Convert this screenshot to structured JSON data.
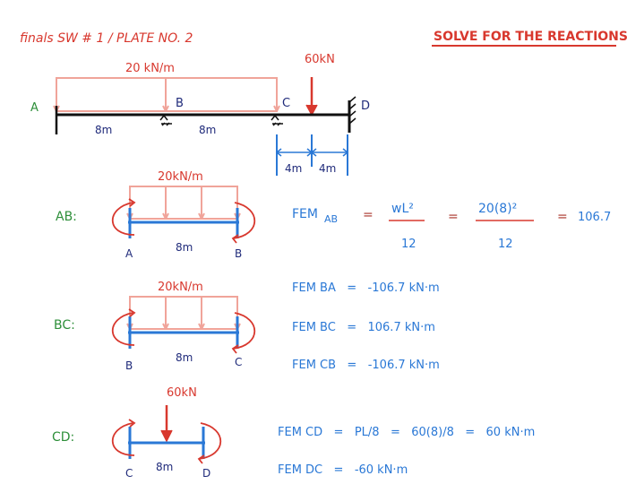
{
  "header": {
    "title": "finals   SW # 1  /  PLATE NO. 2",
    "instruction": "SOLVE FOR THE REACTIONS"
  },
  "main_beam": {
    "load_udl": "20 kN/m",
    "point_load": "60kN",
    "nodes": [
      "A",
      "B",
      "C",
      "D"
    ],
    "span_ab": "8m",
    "span_bc": "8m",
    "cd_left": "4m",
    "cd_right": "4m"
  },
  "segments": {
    "ab": {
      "label": "AB:",
      "load": "20kN/m",
      "span": "8m",
      "left_node": "A",
      "right_node": "B",
      "fem_ab_label": "FEM",
      "fem_ab_sub": "AB",
      "eq1": "=",
      "formula_num": "wL²",
      "formula_den": "12",
      "eq2": "=",
      "value_num": "20(8)²",
      "value_den": "12",
      "eq3": "=",
      "result": "106.7"
    },
    "bc": {
      "label": "BC:",
      "load": "20kN/m",
      "span": "8m",
      "left_node": "B",
      "right_node": "C",
      "fem_ba": "FEM BA   =   -106.7 kN·m",
      "fem_bc": "FEM BC   =   106.7 kN·m",
      "fem_cb": "FEM CB   =   -106.7 kN·m"
    },
    "cd": {
      "label": "CD:",
      "load": "60kN",
      "span": "8m",
      "left_node": "C",
      "right_node": "D",
      "fem_cd": "FEM CD   =   PL/8   =   60(8)/8   =   60 kN·m",
      "fem_dc": "FEM DC   =   -60 kN·m"
    }
  },
  "colors": {
    "red": "#d8382e",
    "navy": "#1f2a7a",
    "blue": "#2a78d6",
    "green": "#2e8f3a",
    "salmon": "#f0a49a"
  }
}
